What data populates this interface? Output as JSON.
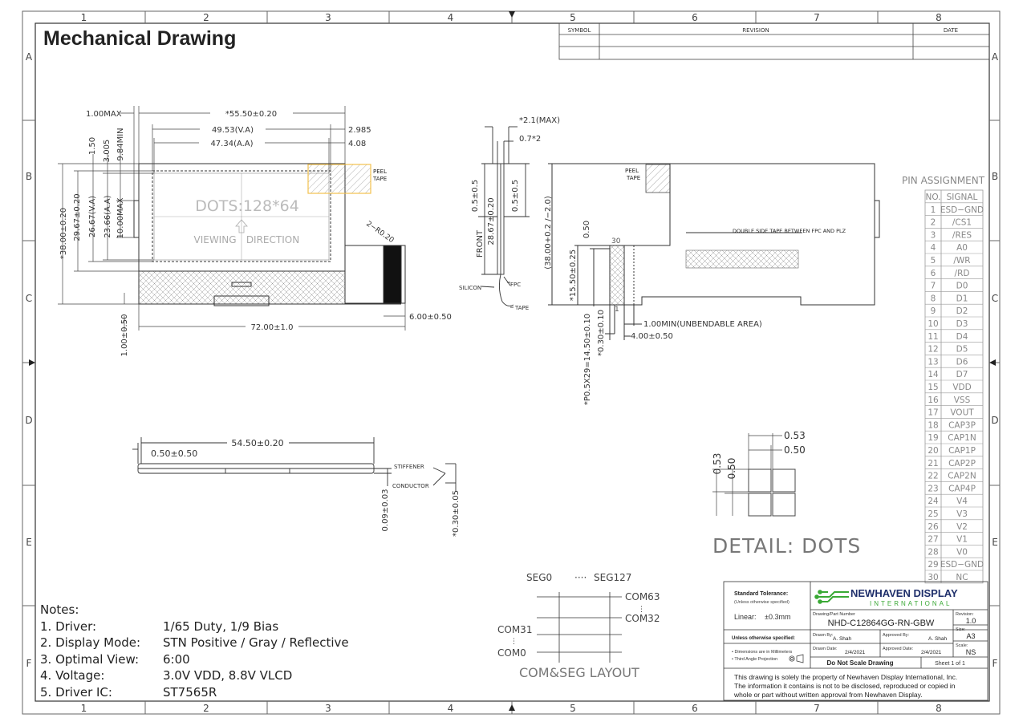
{
  "title": "Mechanical Drawing",
  "border": {
    "columns": [
      "1",
      "2",
      "3",
      "4",
      "5",
      "6",
      "7",
      "8"
    ],
    "rows": [
      "A",
      "B",
      "C",
      "D",
      "E",
      "F"
    ]
  },
  "revision_block": {
    "symbol": "SYMBOL",
    "revision": "REVISION",
    "date": "DATE"
  },
  "front_view": {
    "dims": {
      "max_1": "1.00MAX",
      "width": "*55.50±0.20",
      "va_w": "49.53(V.A)",
      "aa_w": "47.34(A.A)",
      "off_2985": "2.985",
      "off_408": "4.08",
      "v150": "1.50",
      "v3005": "3.005",
      "v984": "9.84MIN",
      "height": "*38.00±0.20",
      "va_h": "29.67±0.20",
      "va_h2": "26.67(V.A)",
      "aa_h": "23.66(A.A)",
      "max_10": "10.00MAX",
      "radius": "2−R0.20",
      "tab": "6.00±0.50",
      "total": "72.00±1.0",
      "bottom": "1.00±0.50"
    },
    "dots": "DOTS:128*64",
    "viewing": "VIEWING",
    "direction": "DIRECTION",
    "peel": [
      "PEEL",
      "TAPE"
    ]
  },
  "side_view": {
    "max": "*2.1(MAX)",
    "d07": "0.7*2",
    "d05a": "0.5±0.5",
    "d2867": "28.67±0.20",
    "d05b": "0.5±0.5",
    "front": "FRONT",
    "silicon": "SILICON",
    "fpc": "FPC",
    "tape": "TAPE"
  },
  "back_view": {
    "peel": [
      "PEEL",
      "TAPE"
    ],
    "double_tape": "DOUBLE SIDE TAPE BETWEEN FPC AND PLZ",
    "h": "(38.00+0.2 /−2.0)",
    "d050": "0.50",
    "d1550": "*15.50±0.25",
    "pitch": "*P0.5X29=14.50±0.10",
    "d030": "*0.30±0.10",
    "unbend": "1.00MIN(UNBENDABLE AREA)",
    "d400": "4.00±0.50",
    "pin30": "30",
    "pin1": "1"
  },
  "bottom_view": {
    "d5450": "54.50±0.20",
    "d050": "0.50±0.50",
    "stiffener": "STIFFENER",
    "conductor": "CONDUCTOR",
    "d009": "0.09±0.03",
    "d030": "*0.30±0.05"
  },
  "detail": {
    "label": "DETAIL: DOTS",
    "d053a": "0.53",
    "d050a": "0.50",
    "d053b": "0.53",
    "d050b": "0.50"
  },
  "pin_assignment": {
    "title": "PIN ASSIGNMENT",
    "header": [
      "NO.",
      "SIGNAL"
    ],
    "rows": [
      [
        "1",
        "ESD−GND"
      ],
      [
        "2",
        "/CS1"
      ],
      [
        "3",
        "/RES"
      ],
      [
        "4",
        "A0"
      ],
      [
        "5",
        "/WR"
      ],
      [
        "6",
        "/RD"
      ],
      [
        "7",
        "D0"
      ],
      [
        "8",
        "D1"
      ],
      [
        "9",
        "D2"
      ],
      [
        "10",
        "D3"
      ],
      [
        "11",
        "D4"
      ],
      [
        "12",
        "D5"
      ],
      [
        "13",
        "D6"
      ],
      [
        "14",
        "D7"
      ],
      [
        "15",
        "VDD"
      ],
      [
        "16",
        "VSS"
      ],
      [
        "17",
        "VOUT"
      ],
      [
        "18",
        "CAP3P"
      ],
      [
        "19",
        "CAP1N"
      ],
      [
        "20",
        "CAP1P"
      ],
      [
        "21",
        "CAP2P"
      ],
      [
        "22",
        "CAP2N"
      ],
      [
        "23",
        "CAP4P"
      ],
      [
        "24",
        "V4"
      ],
      [
        "25",
        "V3"
      ],
      [
        "26",
        "V2"
      ],
      [
        "27",
        "V1"
      ],
      [
        "28",
        "V0"
      ],
      [
        "29",
        "ESD−GND"
      ],
      [
        "30",
        "NC"
      ]
    ]
  },
  "com_seg": {
    "seg0": "SEG0",
    "dots": "····",
    "seg127": "SEG127",
    "com63": "COM63",
    "com32": "COM32",
    "com31": "COM31",
    "com0": "COM0",
    "label": "COM&SEG LAYOUT"
  },
  "notes": {
    "heading": "Notes:",
    "items": [
      {
        "k": "1. Driver:",
        "v": "1/65 Duty, 1/9 Bias"
      },
      {
        "k": "2. Display Mode:",
        "v": "STN Positive / Gray / Reflective"
      },
      {
        "k": "3. Optimal View:",
        "v": "6:00"
      },
      {
        "k": "4. Voltage:",
        "v": "3.0V VDD, 8.8V VLCD"
      },
      {
        "k": "5. Driver IC:",
        "v": "ST7565R"
      }
    ]
  },
  "title_block": {
    "std_tol": "Standard Tolerance:",
    "unless": "(Unless otherwise specified)",
    "linear": "Linear:",
    "linear_val": "±0.3mm",
    "brand": "NEWHAVEN DISPLAY",
    "brand_sub": "INTERNATIONAL",
    "part_label": "Drawing/Part Number",
    "part": "NHD-C12864GG-RN-GBW",
    "rev_label": "Revision:",
    "rev": "1.0",
    "size_label": "Size:",
    "size": "A3",
    "scale_label": "Scale:",
    "scale": "NS",
    "unless2": "Unless otherwise specified:",
    "dims_note": "• Dimensions are in Millimeters",
    "proj_note": "• Third Angle Projection",
    "drawn_by_label": "Drawn By:",
    "drawn_by": "A. Shah",
    "approved_by_label": "Approved By:",
    "approved_by": "A. Shah",
    "drawn_date_label": "Drawn Date:",
    "drawn_date": "2/4/2021",
    "approved_date_label": "Approved Date:",
    "approved_date": "2/4/2021",
    "do_not_scale": "Do Not Scale Drawing",
    "sheet": "Sheet 1 of 1",
    "property": [
      "This drawing is solely the property of Newhaven Display International, Inc.",
      "The information it contains is not to be disclosed, reproduced or copied in",
      "whole or part without written approval from Newhaven Display."
    ]
  },
  "colors": {
    "line": "#333333",
    "accent_green": "#3aa935",
    "navy": "#1f2f6b",
    "peel": "#f2c14e"
  }
}
